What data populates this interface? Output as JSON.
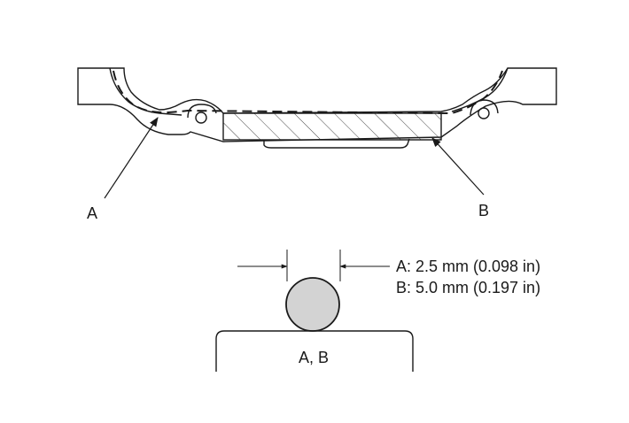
{
  "callouts": {
    "a": "A",
    "b": "B"
  },
  "bead_section": {
    "label": "A, B"
  },
  "specs": [
    {
      "text": "A: 2.5 mm (0.098 in)"
    },
    {
      "text": "B: 5.0 mm (0.197 in)"
    }
  ],
  "colors": {
    "line": "#1a1a1a",
    "bead_fill": "#d3d3d3",
    "background": "#ffffff"
  }
}
